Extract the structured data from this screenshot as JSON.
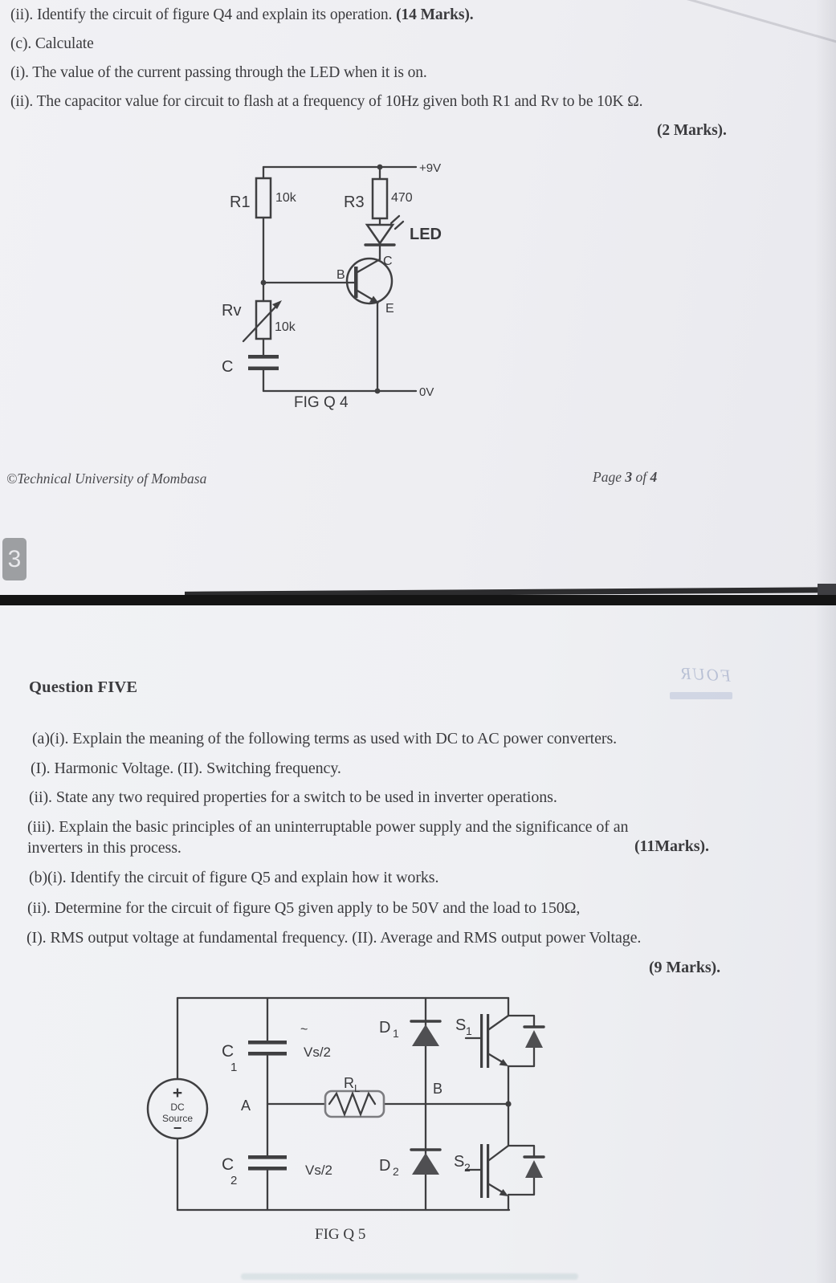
{
  "page1": {
    "line_ii": "(ii). Identify the circuit of figure Q4 and explain its operation.",
    "line_ii_marks": " (14 Marks).",
    "line_c": "(c). Calculate",
    "line_ci": "(i). The value of the current passing through the LED when it is on.",
    "line_cii": "(ii). The capacitor value for circuit to flash at a frequency of 10Hz given both R1 and Rv to be 10K Ω.",
    "marks_2": "(2 Marks).",
    "page_badge": "3",
    "footer": {
      "copyright": "©Technical University of Mombasa",
      "page_word": "Page ",
      "page_num": "3",
      "of_word": " of ",
      "page_total": "4"
    },
    "fig4": {
      "r1": "R1",
      "r1_value": "10k",
      "r3": "R3",
      "r3_value": "470",
      "led": "LED",
      "base": "B",
      "collector": "C",
      "emitter": "E",
      "rv": "Rv",
      "rv_value": "10k",
      "capacitor": "C",
      "vcc": "+9V",
      "ground": "0V",
      "caption": "FIG Q 4"
    }
  },
  "page2": {
    "bleed_text": "FOUR",
    "heading": "Question FIVE",
    "line_ai": "(a)(i). Explain the meaning of the following terms as used with DC to AC power converters.",
    "line_terms": "(I). Harmonic Voltage. (II). Switching frequency.",
    "line_aii": "(ii). State any two required properties for a switch to be used in inverter operations.",
    "line_aiii_1": "(iii). Explain the basic principles of an uninterruptable power supply and the significance of an",
    "line_aiii_2": "inverters in this process.",
    "marks_11": "(11Marks).",
    "line_bi": "(b)(i). Identify the circuit of figure Q5 and explain how it works.",
    "line_bii": "(ii). Determine for the circuit of figure Q5 given apply to be 50V and the load to 150Ω,",
    "line_bii_sub": "(I). RMS output voltage at fundamental frequency. (II). Average and RMS output power Voltage.",
    "marks_9": "(9 Marks).",
    "fig5": {
      "c1": "C",
      "c1_sub": "1",
      "c2": "C",
      "c2_sub": "2",
      "vs_top": "Vs/2",
      "vs_bottom": "Vs/2",
      "tilde": "~",
      "node_a": "A",
      "node_b": "B",
      "rl": "R",
      "rl_sub": "L",
      "d1": "D",
      "d1_sub": "1",
      "d2": "D",
      "d2_sub": "2",
      "s1": "S",
      "s1_sub": "1",
      "s2": "S",
      "s2_sub": "2",
      "source_plus": "+",
      "source_name_1": "DC",
      "source_name_2": "Source",
      "source_minus": "−",
      "caption": "FIG Q 5"
    }
  },
  "colors": {
    "paper": "#f0f0f3",
    "ink": "#3a3a3c",
    "separator_band": "#141414",
    "badge_bg": "#9d9fa2",
    "diagram_line": "#3f3f41"
  }
}
